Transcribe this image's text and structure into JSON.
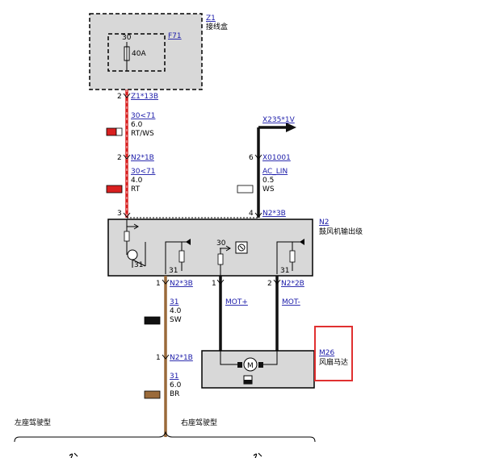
{
  "colors": {
    "red": "#d92020",
    "black": "#111111",
    "brown": "#9a6a3a",
    "white": "#ffffff",
    "box_fill": "#d8d8d8",
    "link": "#1a1aa8",
    "highlight": "#e03030"
  },
  "z1": {
    "id": "Z1",
    "name": "接线盒",
    "fuse_id": "F71",
    "fuse_pin": "30",
    "fuse_rating": "40A"
  },
  "w1": {
    "pin": "2",
    "connector": "Z1*13B",
    "circuit": "30<71",
    "size": "6.0",
    "color": "RT/WS"
  },
  "w2": {
    "pin": "2",
    "connector": "N2*1B",
    "circuit": "30<71",
    "size": "4.0",
    "color": "RT"
  },
  "w3": {
    "pin": "6",
    "connector": "X01001",
    "target": "X235*1V",
    "circuit": "AC_LIN",
    "size": "0.5",
    "color": "WS"
  },
  "n2": {
    "id": "N2",
    "name": "鼓风机输出级",
    "pin_left_top": "3",
    "pin_right_top": "4",
    "connector_top": "N2*3B",
    "inner_30": "30",
    "inner_31a": "31",
    "inner_31b": "31",
    "inner_31c": "31",
    "pin_bottom_left": "1",
    "connector_bottom_left": "N2*3B",
    "pin_mot_plus": "1",
    "pin_mot_minus": "2",
    "connector_mot": "N2*2B"
  },
  "w4": {
    "circuit": "31",
    "size": "4.0",
    "color": "SW"
  },
  "mot": {
    "plus": "MOT+",
    "minus": "MOT-"
  },
  "m26": {
    "id": "M26",
    "name": "风扇马达",
    "symbol": "M"
  },
  "w5": {
    "pin": "1",
    "connector": "N2*1B",
    "circuit": "31",
    "size": "6.0",
    "color": "BR"
  },
  "variants": {
    "left": "左座驾驶型",
    "right": "右座驾驶型"
  }
}
